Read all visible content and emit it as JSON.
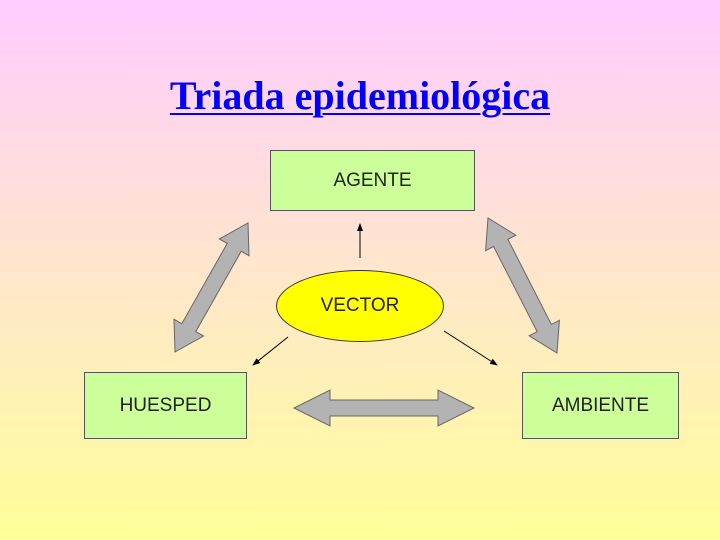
{
  "title": "Triada epidemiológica",
  "nodes": {
    "agente": "AGENTE",
    "vector": "VECTOR",
    "huesped": "HUESPED",
    "ambiente": "AMBIENTE"
  },
  "colors": {
    "box_fill": "#ccff99",
    "vector_fill": "#ffff00",
    "arrow_fill": "#b3b3b3",
    "title": "#0000ff"
  }
}
